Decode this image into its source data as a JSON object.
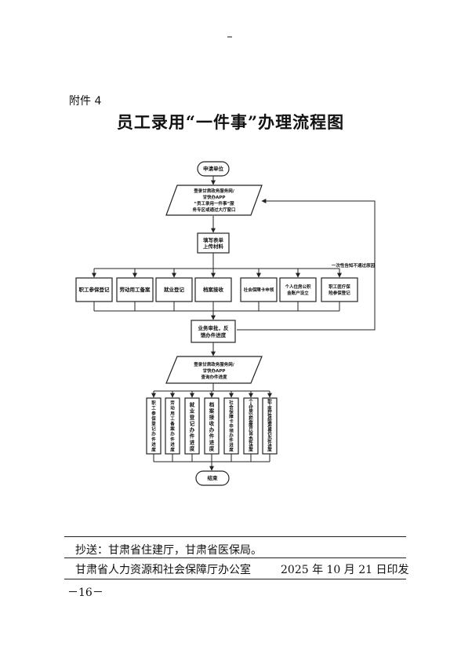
{
  "attachment_label": "附件 4",
  "title": "员工录用“一件事”办理流程图",
  "flow": {
    "start": "申请单位",
    "login_1_lines": [
      "登录甘肃政务服务网/",
      "甘快办APP",
      "“员工录用一件事”服",
      "务专区或通过大厅窗口"
    ],
    "fill_form_lines": [
      "填写表单",
      "上传材料"
    ],
    "departments": [
      "职工参保登记",
      "劳动用工备案",
      "就业登记",
      "档案接收",
      "社会保障卡申领",
      "个人住房公积金账户设立",
      "职工医疗保险参保登记"
    ],
    "review_lines": [
      "业务审批，反",
      "馈办件进度"
    ],
    "return_label": "一次性告知不通过原因",
    "login_2_lines": [
      "登录甘肃政务服务网/",
      "甘快办APP",
      "查询办件进度"
    ],
    "progress_items": [
      "职工参保登记办件进度",
      "劳动用工备案办件进度",
      "就业登记办件进度",
      "档案接收办件进度",
      "社会保障卡申领办件进度",
      "个人住房公积金账户设立办件进度",
      "职工医疗保险参保登记办件进度"
    ],
    "end": "结束"
  },
  "footer": {
    "cc": "抄送：甘肃省住建厅，甘肃省医保局。",
    "issuer": "甘肃省人力资源和社会保障厅办公室",
    "date": "2025 年 10 月 21 日印发",
    "page_number": "－16－"
  }
}
